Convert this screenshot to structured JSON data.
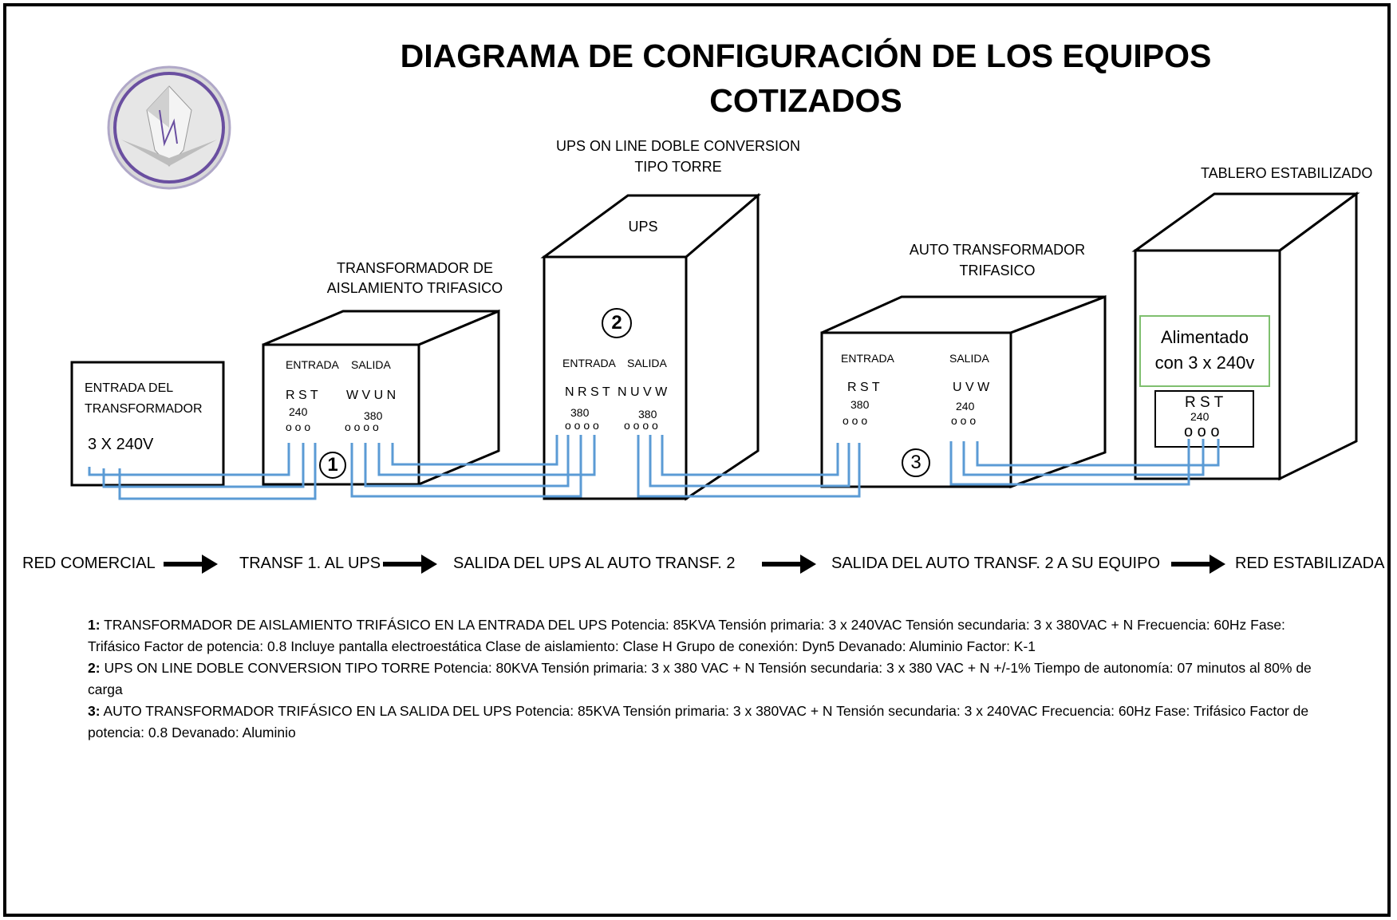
{
  "title": "DIAGRAMA DE CONFIGURACIÓN DE LOS EQUIPOS COTIZADOS",
  "entrada": {
    "label1": "ENTRADA DEL",
    "label2": "TRANSFORMADOR",
    "voltage": "3 X 240V"
  },
  "transformer1": {
    "title1": "TRANSFORMADOR DE",
    "title2": "AISLAMIENTO TRIFASICO",
    "entrada": "ENTRADA",
    "salida": "SALIDA",
    "in_terms": "R S T",
    "out_terms": "W V U N",
    "in_volt": "240",
    "out_volt": "380",
    "in_dots": "o o o",
    "out_dots": "o o o o",
    "number": "1"
  },
  "ups": {
    "title1": "UPS ON LINE DOBLE CONVERSION",
    "title2": "TIPO TORRE",
    "top_label": "UPS",
    "entrada": "ENTRADA",
    "salida": "SALIDA",
    "in_terms": "N R S T",
    "out_terms": "N U V W",
    "in_volt": "380",
    "out_volt": "380",
    "in_dots": "o o o o",
    "out_dots": "o o o o",
    "number": "2"
  },
  "autotransformer": {
    "title1": "AUTO TRANSFORMADOR",
    "title2": "TRIFASICO",
    "entrada": "ENTRADA",
    "salida": "SALIDA",
    "in_terms": "R S T",
    "out_terms": "U V W",
    "in_volt": "380",
    "out_volt": "240",
    "in_dots": "o o o",
    "out_dots": "o o o",
    "number": "3"
  },
  "tablero": {
    "title": "TABLERO ESTABILIZADO",
    "fed1": "Alimentado",
    "fed2": "con 3 x 240v",
    "terms": "R S T",
    "volt": "240",
    "dots": "o o o"
  },
  "flow": [
    "RED COMERCIAL",
    "TRANSF 1. AL UPS",
    "SALIDA DEL UPS AL AUTO TRANSF. 2",
    "SALIDA DEL AUTO TRANSF. 2 A SU EQUIPO",
    "RED ESTABILIZADA"
  ],
  "notes": [
    {
      "num": "1:",
      "text": "TRANSFORMADOR  DE AISLAMIENTO  TRIFÁSICO EN LA ENTRADA  DEL UPS Potencia: 85KVA Tensión primaria: 3 x 240VAC Tensión secundaria: 3 x 380VAC + N Frecuencia: 60Hz Fase: Trifásico Factor de potencia: 0.8 Incluye pantalla electroestática Clase de aislamiento: Clase H Grupo de conexión: Dyn5 Devanado: Aluminio Factor: K-1"
    },
    {
      "num": "2:",
      "text": "UPS ON LINE DOBLE CONVERSION  TIPO TORRE  Potencia: 80KVA Tensión primaria: 3 x 380 VAC  + N Tensión secundaria: 3 x 380 VAC  + N +/-1% Tiempo de autonomía: 07 minutos al 80% de carga"
    },
    {
      "num": "3:",
      "text": "AUTO  TRANSFORMADOR  TRIFÁSICO EN LA SALIDA DEL UPS Potencia: 85KVA Tensión primaria: 3 x 380VAC + N Tensión secundaria: 3 x 240VAC Frecuencia: 60Hz Fase: Trifásico Factor de potencia: 0.8 Devanado: Aluminio"
    }
  ],
  "colors": {
    "wire": "#5b9bd5",
    "green_box": "#7fbf6f",
    "logo_ring": "#6a4fa0"
  }
}
